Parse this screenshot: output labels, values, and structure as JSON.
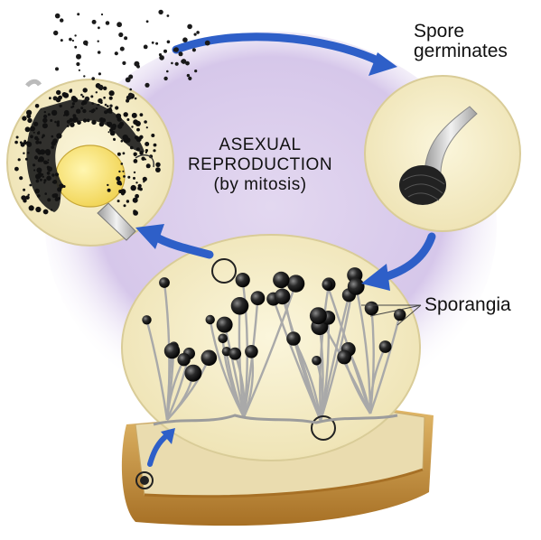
{
  "diagram": {
    "title_line1": "ASEXUAL",
    "title_line2": "REPRODUCTION",
    "title_line3": "(by mitosis)",
    "label_spore": "Spore",
    "label_germinates": "germinates",
    "label_sporangia": "Sporangia"
  },
  "colors": {
    "background_blob": "#ddd0ec",
    "circle_fill": "#f7f0cc",
    "circle_edge": "#e9deb0",
    "arrow_blue": "#2e5fc8",
    "spore_dark": "#1b1b1b",
    "bread_crust": "#c99a4a",
    "bread_top": "#eaddb2"
  }
}
